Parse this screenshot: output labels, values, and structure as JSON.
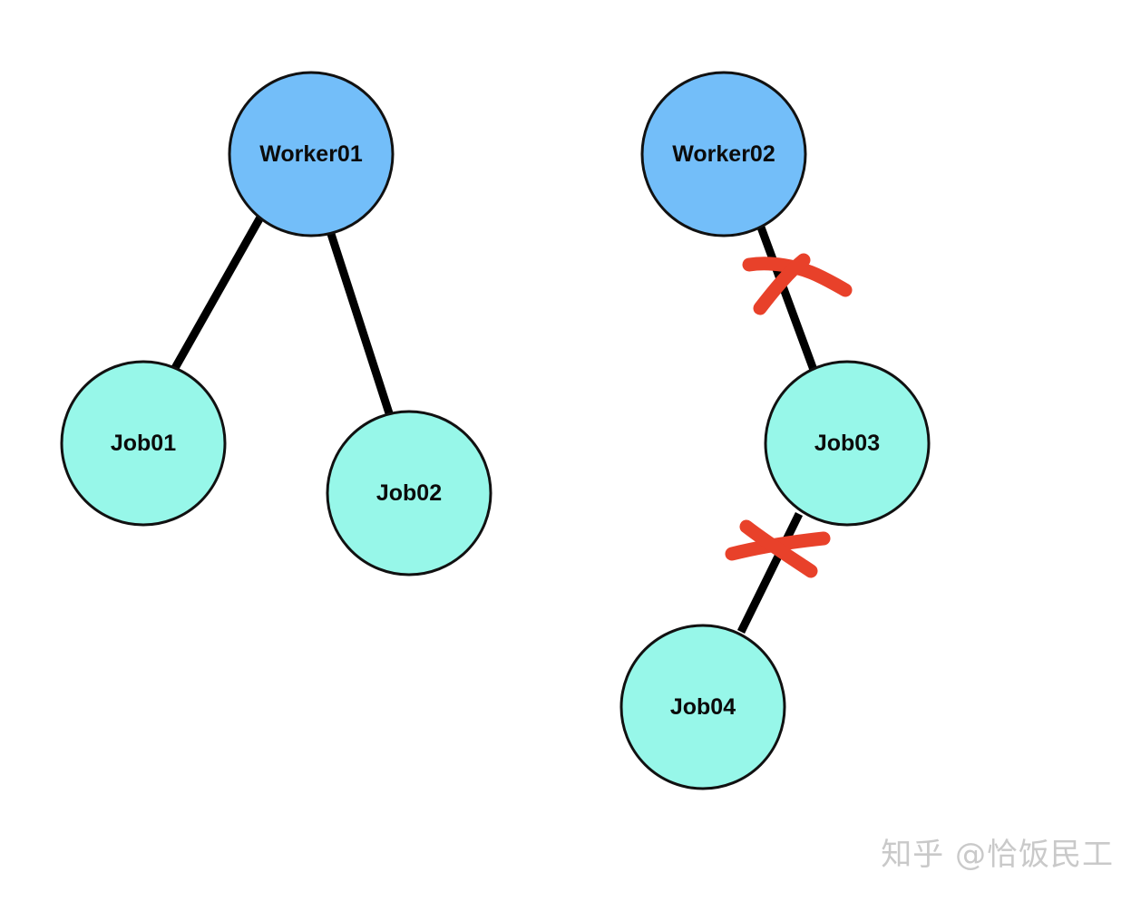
{
  "nodes": {
    "worker01": {
      "label": "Worker01",
      "kind": "worker"
    },
    "worker02": {
      "label": "Worker02",
      "kind": "worker"
    },
    "job01": {
      "label": "Job01",
      "kind": "job"
    },
    "job02": {
      "label": "Job02",
      "kind": "job"
    },
    "job03": {
      "label": "Job03",
      "kind": "job"
    },
    "job04": {
      "label": "Job04",
      "kind": "job"
    }
  },
  "edges": [
    {
      "from": "Worker01",
      "to": "Job01",
      "status": "connected"
    },
    {
      "from": "Worker01",
      "to": "Job02",
      "status": "connected"
    },
    {
      "from": "Worker02",
      "to": "Job03",
      "status": "broken"
    },
    {
      "from": "Job03",
      "to": "Job04",
      "status": "broken"
    }
  ],
  "colors": {
    "worker_fill": "#73BEF9",
    "job_fill": "#97F7E9",
    "edge": "#000000",
    "break_mark": "#E8412A"
  },
  "watermark": "知乎 @恰饭民工"
}
